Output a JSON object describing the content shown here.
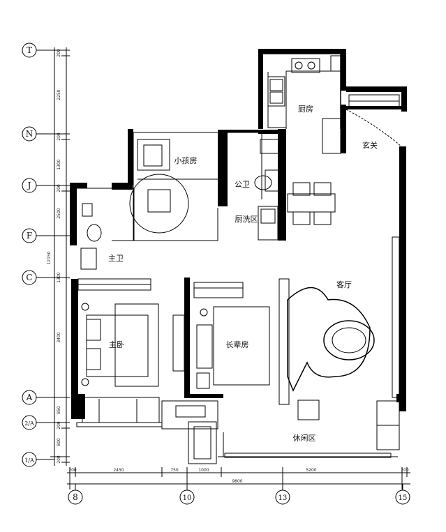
{
  "rooms": {
    "kitchen": "厨房",
    "entrance": "玄关",
    "kids_room": "小孩房",
    "public_bath": "公卫",
    "laundry": "厨洗区",
    "master_bath": "主卫",
    "living_room": "客厅",
    "master_bedroom": "主卧",
    "elder_room": "长辈房",
    "leisure": "休闲区"
  },
  "axes_left": [
    "T",
    "N",
    "J",
    "F",
    "C",
    "A",
    "2/A",
    "1/A"
  ],
  "axes_bottom": [
    "8",
    "10",
    "13",
    "15"
  ],
  "dims_left": [
    "200",
    "2250",
    "200",
    "1300",
    "200",
    "2500",
    "1300",
    "3400",
    "850",
    "200",
    "800",
    "200"
  ],
  "dim_left_total": "12150",
  "dims_bottom": [
    "2450",
    "750",
    "1000",
    "5200",
    "200"
  ],
  "dim_bottom_total": "9800",
  "dim_bottom_start": "200"
}
